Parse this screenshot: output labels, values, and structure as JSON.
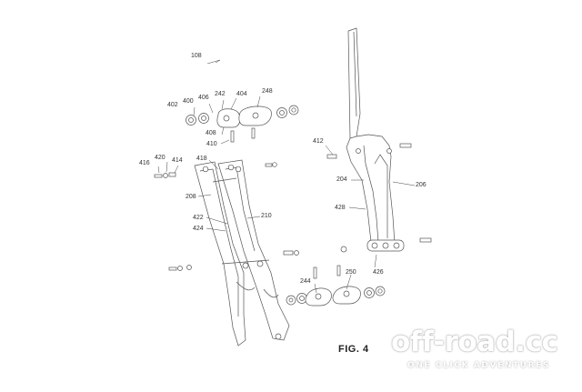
{
  "figure": {
    "title": "FIG. 4",
    "reference_numerals": [
      "108",
      "402",
      "400",
      "406",
      "242",
      "404",
      "248",
      "408",
      "410",
      "416",
      "420",
      "414",
      "418",
      "208",
      "422",
      "424",
      "210",
      "412",
      "204",
      "206",
      "428",
      "244",
      "250",
      "426"
    ]
  },
  "watermark": {
    "name": "off-road.cc",
    "tagline": "ONE CLICK ADVENTURES"
  }
}
